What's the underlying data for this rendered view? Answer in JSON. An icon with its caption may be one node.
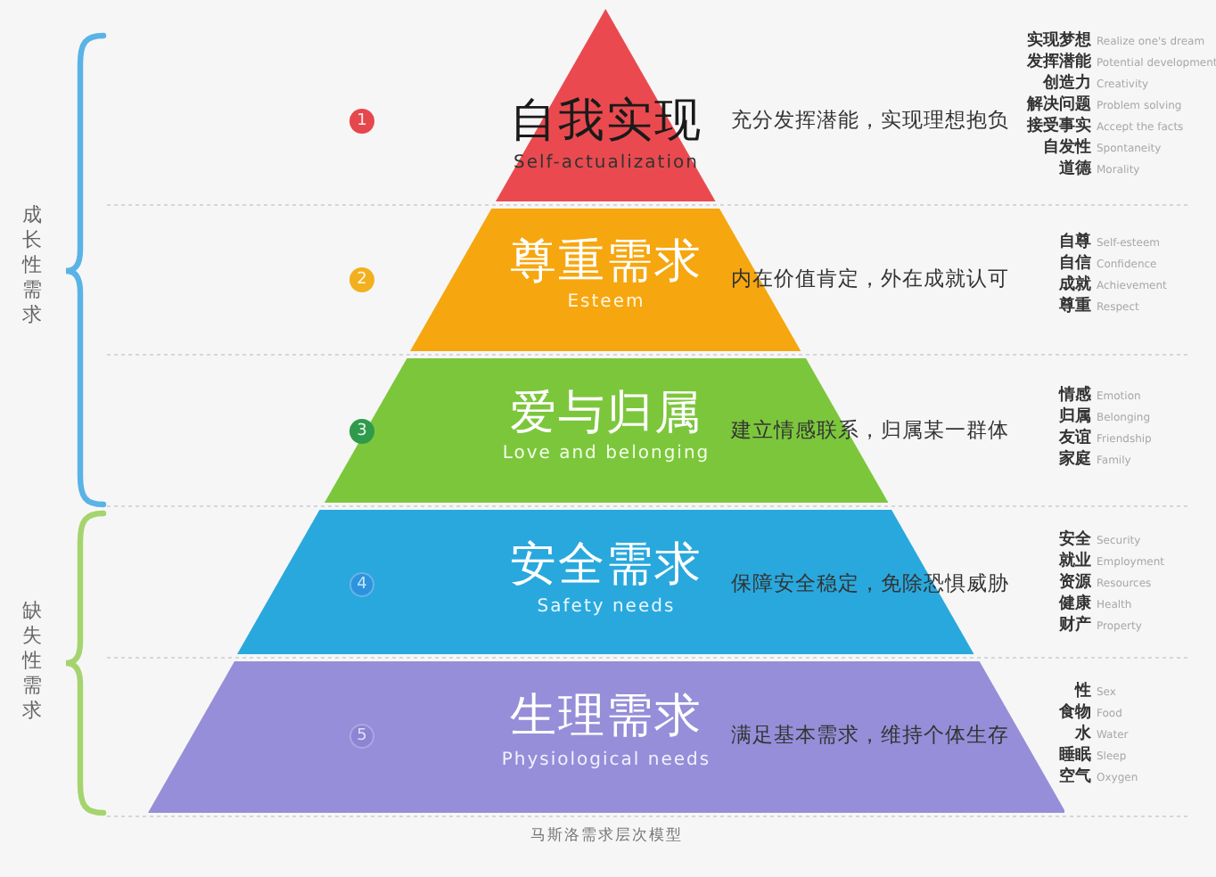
{
  "diagram": {
    "caption": "马斯洛需求层次模型",
    "nodes": [
      {
        "text": [
          "1"
        ]
      },
      {
        "text": [
          "自我实现",
          "Self-actualization"
        ],
        "beside": [
          "充分发挥潜能，实现理想抱负"
        ]
      },
      {
        "text": [
          "2"
        ]
      },
      {
        "text": [
          "尊重需求",
          "Esteem"
        ],
        "beside": [
          "内在价值肯定，外在成就认可"
        ]
      },
      {
        "text": [
          "3"
        ]
      },
      {
        "text": [
          "爱与归属",
          "Love and belonging"
        ],
        "beside": [
          "建立情感联系，归属某一群体"
        ]
      },
      {
        "text": [
          "安全需求",
          "Safety needs",
          "保障安全稳定，免除恐惧威胁"
        ]
      },
      {
        "text": [
          "4"
        ],
        "in": 6
      },
      {
        "text": [
          "生理需求",
          "Physiological needs",
          "满足基本需求，维持个体生存"
        ]
      },
      {
        "text": [
          "5"
        ],
        "in": 8
      }
    ],
    "labels": [
      "成长性需求",
      "缺失性需求",
      "实现梦想",
      "Realize one's dream",
      "发挥潜能",
      "Potential development",
      "创造力",
      "Creativity",
      "解决问题",
      "Problem solving",
      "接受事实",
      "Accept the facts",
      "自发性",
      "Spontaneity",
      "道德",
      "Morality",
      "自尊",
      "Self-esteem",
      "自信",
      "Confidence",
      "成就",
      "Achievement",
      "尊重",
      "Respect",
      "情感",
      "Emotion",
      "归属",
      "Belonging",
      "友谊",
      "Friendship",
      "家庭",
      "Family",
      "安全",
      "Security",
      "就业",
      "Employment",
      "资源",
      "Resources",
      "健康",
      "Health",
      "财产",
      "Property",
      "性",
      "Sex",
      "食物",
      "Food",
      "水",
      "Water",
      "睡眠",
      "Sleep",
      "空气",
      "Oxygen"
    ]
  }
}
